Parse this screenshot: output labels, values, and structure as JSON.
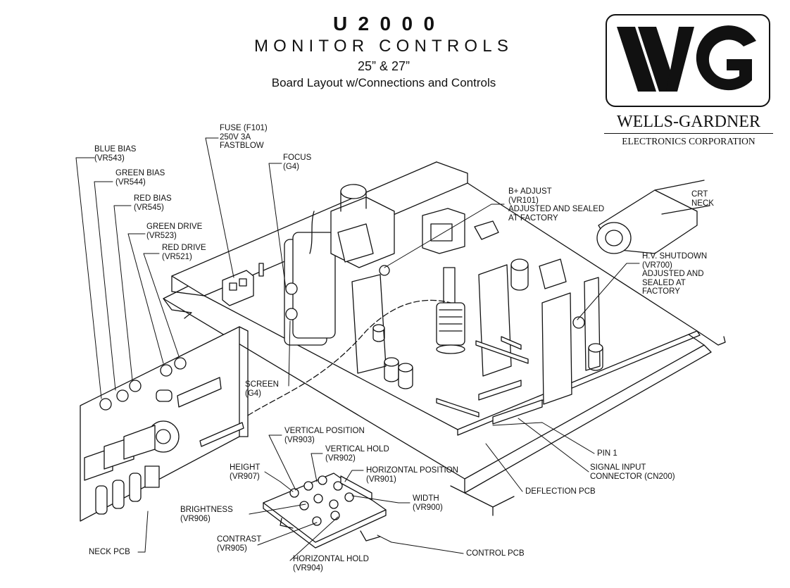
{
  "header": {
    "model": "U2000",
    "title": "MONITOR CONTROLS",
    "size": "25” & 27”",
    "subtitle": "Board Layout w/Connections and Controls"
  },
  "brand": {
    "logo_text": "WG",
    "company": "WELLS-GARDNER",
    "company_sub": "ELECTRONICS CORPORATION"
  },
  "callouts": {
    "blue_bias": [
      "BLUE BIAS",
      "(VR543)"
    ],
    "green_bias": [
      "GREEN BIAS",
      "(VR544)"
    ],
    "red_bias": [
      "RED BIAS",
      "(VR545)"
    ],
    "green_drive": [
      "GREEN DRIVE",
      "(VR523)"
    ],
    "red_drive": [
      "RED DRIVE",
      "(VR521)"
    ],
    "fuse": [
      "FUSE (F101)",
      "250V 3A",
      "FASTBLOW"
    ],
    "focus": [
      "FOCUS",
      "(G4)"
    ],
    "b_adjust": [
      "B+ ADJUST",
      "(VR101)",
      "ADJUSTED AND SEALED",
      "AT FACTORY"
    ],
    "crt_neck": [
      "CRT",
      "NECK"
    ],
    "hv_shutdown": [
      "H.V. SHUTDOWN",
      "(VR700)",
      "ADJUSTED AND",
      "SEALED AT",
      "FACTORY"
    ],
    "screen": [
      "SCREEN",
      "(G4)"
    ],
    "vertical_position": [
      "VERTICAL POSITION",
      "(VR903)"
    ],
    "vertical_hold": [
      "VERTICAL HOLD",
      "(VR902)"
    ],
    "horizontal_position": [
      "HORIZONTAL POSITION",
      "(VR901)"
    ],
    "height": [
      "HEIGHT",
      "(VR907)"
    ],
    "width": [
      "WIDTH",
      "(VR900)"
    ],
    "brightness": [
      "BRIGHTNESS",
      "(VR906)"
    ],
    "contrast": [
      "CONTRAST",
      "(VR905)"
    ],
    "horizontal_hold": [
      "HORIZONTAL HOLD",
      "(VR904)"
    ],
    "pin1": [
      "PIN 1"
    ],
    "signal_input": [
      "SIGNAL INPUT",
      "CONNECTOR (CN200)"
    ],
    "deflection_pcb": [
      "DEFLECTION PCB"
    ],
    "neck_pcb": [
      "NECK PCB"
    ],
    "control_pcb": [
      "CONTROL PCB"
    ]
  }
}
